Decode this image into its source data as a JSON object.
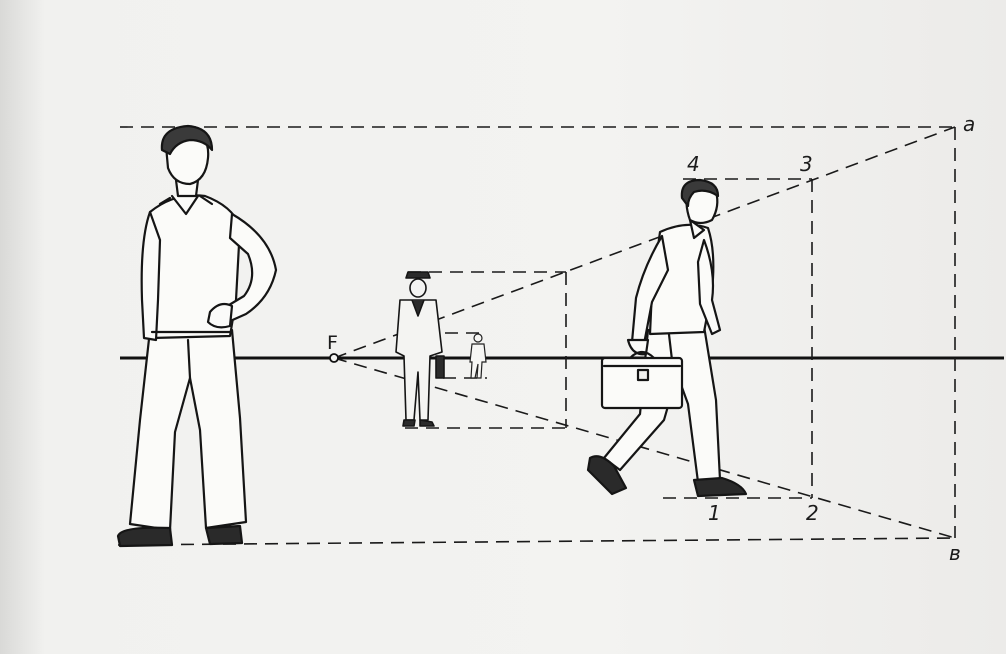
{
  "figure": {
    "caption": "",
    "points": {
      "focal": "F",
      "top_right": "a",
      "bottom_right": "в",
      "near_top_right": "3",
      "near_top_left": "4",
      "near_bottom_left": "1",
      "near_bottom_right": "2"
    },
    "colors": {
      "paper": "#efefed",
      "ink": "#151515"
    }
  }
}
